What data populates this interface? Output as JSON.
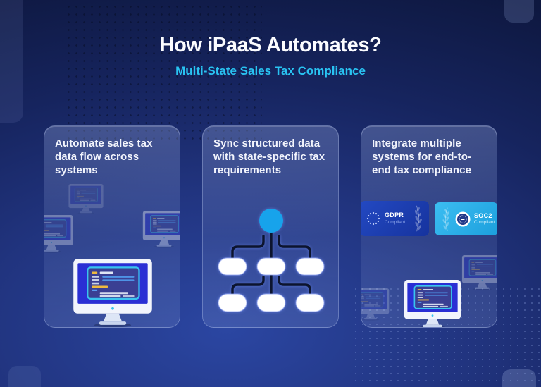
{
  "header": {
    "title": "How iPaaS Automates?",
    "subtitle": "Multi-State Sales Tax Compliance"
  },
  "cards": [
    {
      "heading": "Automate sales tax data flow across systems",
      "illustration": "computer-monitor-with-code"
    },
    {
      "heading": "Sync structured data with state-specific tax requirements",
      "illustration": "hierarchy-flowchart"
    },
    {
      "heading": "Integrate multiple systems for end-to-end tax compliance",
      "illustration": "compliance-badges-and-monitor",
      "badges": [
        {
          "name": "GDPR",
          "status": "Compliant"
        },
        {
          "name": "SOC2",
          "status": "Compliant"
        }
      ]
    }
  ],
  "colors": {
    "background_top": "#0e1840",
    "background_glow": "#2b46a2",
    "subtitle": "#29c3f2",
    "flowchart_node": "#17a3eb",
    "gdpr_badge": "#1c41b2",
    "soc2_badge": "#2ab4ea",
    "monitor_screen": "#2a2fd4"
  }
}
